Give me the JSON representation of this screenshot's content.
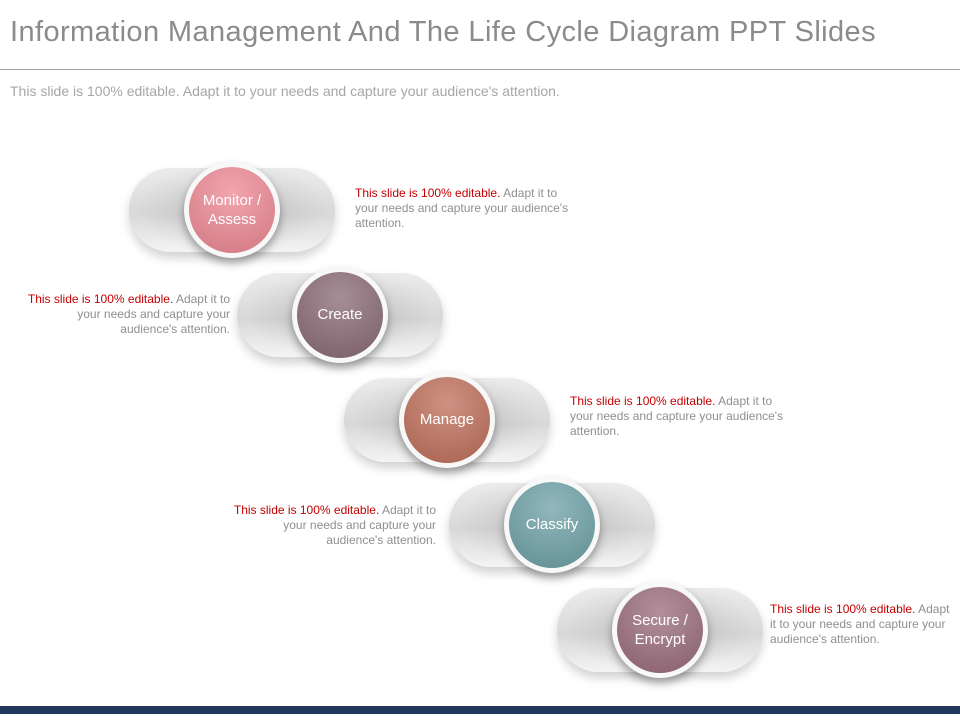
{
  "theme": {
    "accent_red": "#c40000",
    "bar_navy": "#21395c",
    "title_gray": "#8b8b8b"
  },
  "header": {
    "title": "Information Management And The Life Cycle Diagram PPT Slides",
    "subtitle": "This slide is 100% editable. Adapt it to your needs and capture your audience's attention."
  },
  "steps": [
    {
      "label": "Monitor / Assess",
      "color": "#ee8c97",
      "desc_highlight": "This slide is 100% editable.",
      "desc_rest": " Adapt it to your needs and capture your audience's attention.",
      "side": "right"
    },
    {
      "label": "Create",
      "color": "#8d6f78",
      "desc_highlight": "This slide is 100% editable.",
      "desc_rest": " Adapt it to your needs and capture your audience's attention.",
      "side": "left"
    },
    {
      "label": "Manage",
      "color": "#c1735f",
      "desc_highlight": "This slide is 100% editable.",
      "desc_rest": " Adapt it to your needs and capture your audience's attention.",
      "side": "right"
    },
    {
      "label": "Classify",
      "color": "#72a4a9",
      "desc_highlight": "This slide is 100% editable.",
      "desc_rest": " Adapt it to your needs and capture your audience's attention.",
      "side": "left"
    },
    {
      "label": "Secure / Encrypt",
      "color": "#9d7080",
      "desc_highlight": "This slide is 100% editable.",
      "desc_rest": " Adapt it to your needs and capture your audience's attention.",
      "side": "right"
    }
  ]
}
